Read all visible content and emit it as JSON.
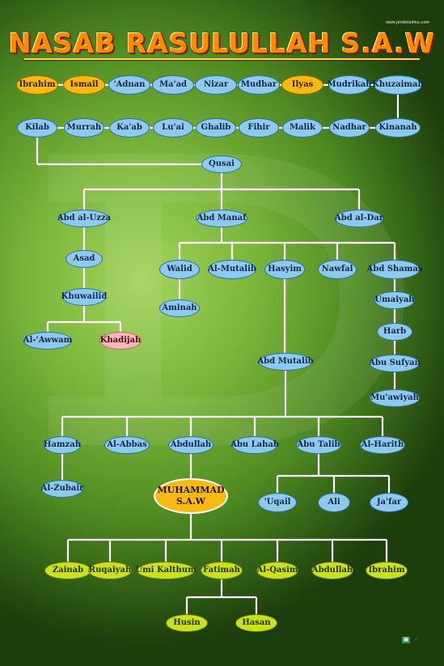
{
  "title": "NASAB RASULULLAH S.A.W",
  "credit": "www.jendelailmu.com",
  "row1": [
    "Ibrahim",
    "Ismail",
    "'Adnan",
    "Ma'ad",
    "Nizar",
    "Mudhar",
    "Ilyas",
    "Mudrikah",
    "Khuzaimah"
  ],
  "row2": [
    "Kilab",
    "Murrah",
    "Ka'ab",
    "Lu'ai",
    "Ghalib",
    "Fihir",
    "Malik",
    "Nadhar",
    "Kinanah"
  ],
  "qusai": "Qusai",
  "qusai_children": [
    "Abd al-Uzza",
    "Abd Manaf",
    "Abd al-Dar"
  ],
  "uzza_line": [
    "Asad",
    "Khuwailid"
  ],
  "khuwailid_children": [
    "Al-'Awwam",
    "Khadijah"
  ],
  "manaf_children": [
    "Walid",
    "Al-Mutalib",
    "Hasyim",
    "Nawfal",
    "Abd Shamas"
  ],
  "walid_child": "Aminah",
  "shamas_line": [
    "Umaiyah",
    "Harb",
    "Abu Sufyan",
    "Mu'awiyah"
  ],
  "abd_mutalib": "Abd Mutalib",
  "mutalib_children": [
    "Hamzah",
    "Al-Abbas",
    "Abdullah",
    "Abu Lahab",
    "Abu Talib",
    "Al-Harith"
  ],
  "hamzah_child": "Al-Zubair",
  "muhammad": [
    "MUHAMMAD",
    "S.A.W"
  ],
  "talib_children": [
    "'Uqail",
    "Ali",
    "Ja'far"
  ],
  "muhammad_children": [
    "Zainab",
    "Ruqaiyah",
    "Umi Kalthum",
    "Fatimah",
    "Al-Qasim",
    "Abdullah",
    "Ibrahim"
  ],
  "fatimah_children": [
    "Husin",
    "Hasan"
  ],
  "colors": {
    "blue": "#8fc9ee",
    "gold": "#f9b914",
    "pink": "#f3b6b9",
    "lime": "#c8e21c",
    "line": "#ffffff",
    "title": "#ff8a00"
  }
}
